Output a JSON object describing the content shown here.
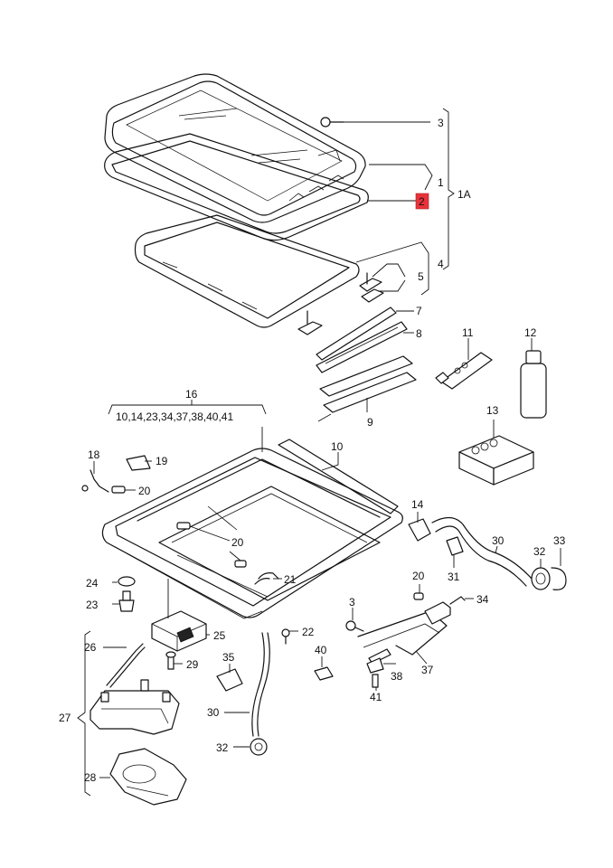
{
  "diagram": {
    "callouts": [
      {
        "id": "c3a",
        "label": "3"
      },
      {
        "id": "c2",
        "label": "2",
        "highlighted": true
      },
      {
        "id": "c1",
        "label": "1"
      },
      {
        "id": "c1A",
        "label": "1A"
      },
      {
        "id": "c4",
        "label": "4"
      },
      {
        "id": "c5",
        "label": "5"
      },
      {
        "id": "c7",
        "label": "7"
      },
      {
        "id": "c8",
        "label": "8"
      },
      {
        "id": "c9",
        "label": "9"
      },
      {
        "id": "c11",
        "label": "11"
      },
      {
        "id": "c12",
        "label": "12"
      },
      {
        "id": "c13",
        "label": "13"
      },
      {
        "id": "c16",
        "label": "16"
      },
      {
        "id": "c16list",
        "label": "10,14,23,34,37,38,40,41"
      },
      {
        "id": "c10",
        "label": "10"
      },
      {
        "id": "c18",
        "label": "18"
      },
      {
        "id": "c19",
        "label": "19"
      },
      {
        "id": "c20a",
        "label": "20"
      },
      {
        "id": "c20b",
        "label": "20"
      },
      {
        "id": "c20c",
        "label": "20"
      },
      {
        "id": "c21",
        "label": "21"
      },
      {
        "id": "c14",
        "label": "14"
      },
      {
        "id": "c30a",
        "label": "30"
      },
      {
        "id": "c31",
        "label": "31"
      },
      {
        "id": "c32a",
        "label": "32"
      },
      {
        "id": "c33",
        "label": "33"
      },
      {
        "id": "c34",
        "label": "34"
      },
      {
        "id": "c3b",
        "label": "3"
      },
      {
        "id": "c24",
        "label": "24"
      },
      {
        "id": "c23",
        "label": "23"
      },
      {
        "id": "c22",
        "label": "22"
      },
      {
        "id": "c25",
        "label": "25"
      },
      {
        "id": "c29",
        "label": "29"
      },
      {
        "id": "c26",
        "label": "26"
      },
      {
        "id": "c35",
        "label": "35"
      },
      {
        "id": "c40",
        "label": "40"
      },
      {
        "id": "c38",
        "label": "38"
      },
      {
        "id": "c37",
        "label": "37"
      },
      {
        "id": "c41",
        "label": "41"
      },
      {
        "id": "c27",
        "label": "27"
      },
      {
        "id": "c30b",
        "label": "30"
      },
      {
        "id": "c32b",
        "label": "32"
      },
      {
        "id": "c28",
        "label": "28"
      }
    ],
    "colors": {
      "line": "#111111",
      "highlight": "#e8333a",
      "background": "#ffffff"
    }
  }
}
